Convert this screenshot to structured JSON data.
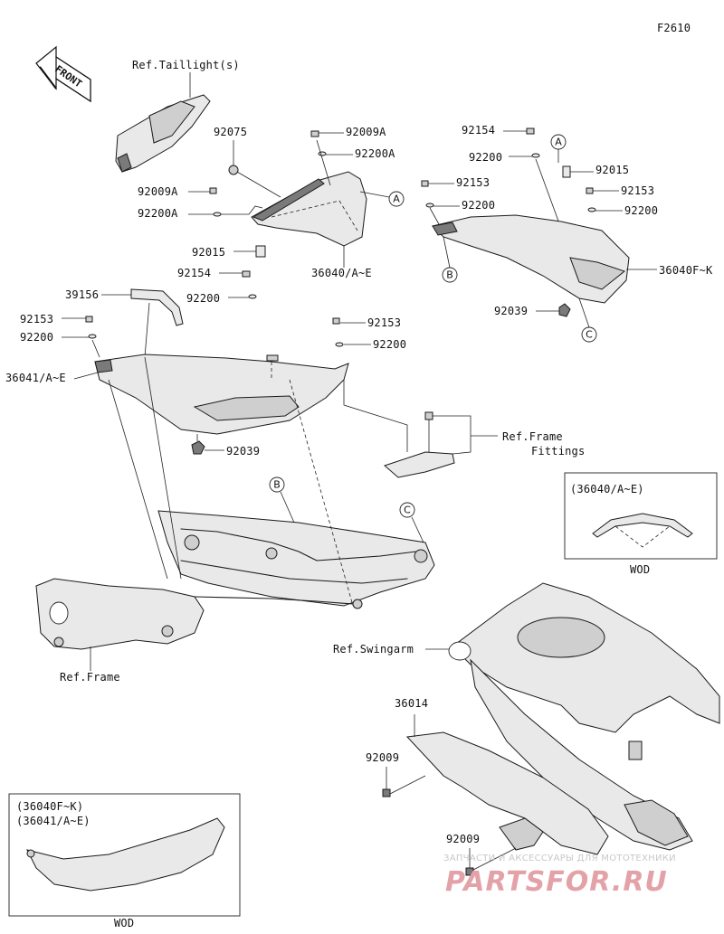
{
  "diagram_code": "F2610",
  "front_label": "FRONT",
  "refs": {
    "taillight": "Ref.Taillight(s)",
    "frame_fittings_1": "Ref.Frame",
    "frame_fittings_2": "Fittings",
    "swingarm": "Ref.Swingarm",
    "frame": "Ref.Frame"
  },
  "parts": {
    "p92075": "92075",
    "p92009A_top": "92009A",
    "p92200A_top": "92200A",
    "p92009A_left": "92009A",
    "p92200A_left": "92200A",
    "p92015_left": "92015",
    "p36040AE": "36040/A~E",
    "p92154_left": "92154",
    "p92200_left_a": "92200",
    "p39156": "39156",
    "p92153_left": "92153",
    "p92200_left_b": "92200",
    "p36041AE": "36041/A~E",
    "p92039_left": "92039",
    "p92153_mid": "92153",
    "p92200_mid": "92200",
    "p92154_right": "92154",
    "p92200_right_a": "92200",
    "p92153_right_a": "92153",
    "p92200_right_b": "92200",
    "p92015_right": "92015",
    "p92153_right_b": "92153",
    "p92200_right_c": "92200",
    "p36040FK": "36040F~K",
    "p92039_right": "92039",
    "p36014": "36014",
    "p92009_a": "92009",
    "p92009_b": "92009"
  },
  "callouts": {
    "A": "A",
    "B": "B",
    "C": "C"
  },
  "wod_box_1": {
    "title": "(36040/A~E)",
    "caption": "WOD"
  },
  "wod_box_2": {
    "title_1": "(36040F~K)",
    "title_2": "(36041/A~E)",
    "caption": "WOD"
  },
  "watermark": {
    "top": "ЗАПЧАСТИ И АКСЕССУАРЫ ДЛЯ МОТОТЕХНИКИ",
    "brand": "PARTSFOR.RU"
  }
}
